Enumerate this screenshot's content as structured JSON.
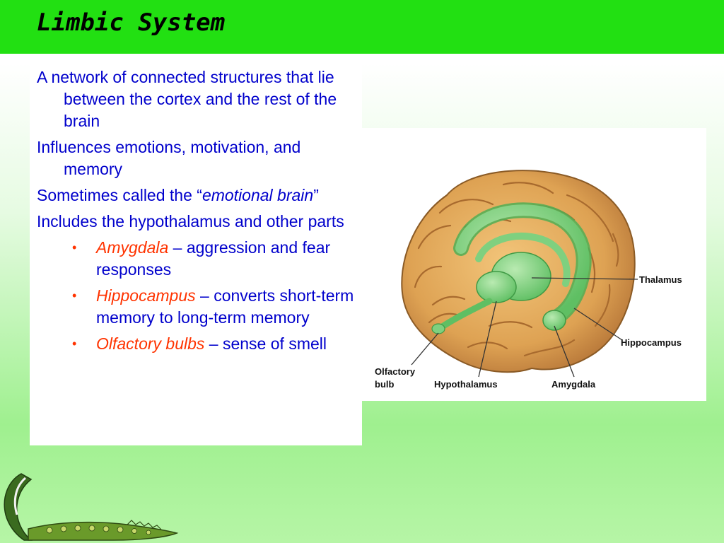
{
  "slide": {
    "title": "Limbic System",
    "points": [
      {
        "text": "A network of connected structures that lie between the cortex and the rest of the brain"
      },
      {
        "text": "Influences emotions, motivation, and memory"
      },
      {
        "pre": "Sometimes called the “",
        "emph": "emotional brain",
        "post": "”"
      },
      {
        "text": "Includes the hypothalamus and other parts"
      }
    ],
    "bullets": [
      {
        "term": "Amygdala",
        "desc": " – aggression and fear responses"
      },
      {
        "term": "Hippocampus",
        "desc": " – converts short-term memory to long-term memory"
      },
      {
        "term": "Olfactory bulbs",
        "desc": " – sense of smell"
      }
    ],
    "bullet_glyph": "•"
  },
  "figure": {
    "labels": {
      "thalamus": "Thalamus",
      "hippocampus": "Hippocampus",
      "olfactory_line1": "Olfactory",
      "olfactory_line2": "bulb",
      "hypothalamus": "Hypothalamus",
      "amygdala": "Amygdala"
    }
  },
  "colors": {
    "title_bar": "#22e012",
    "body_text": "#0000cc",
    "term_text": "#ff3300"
  }
}
